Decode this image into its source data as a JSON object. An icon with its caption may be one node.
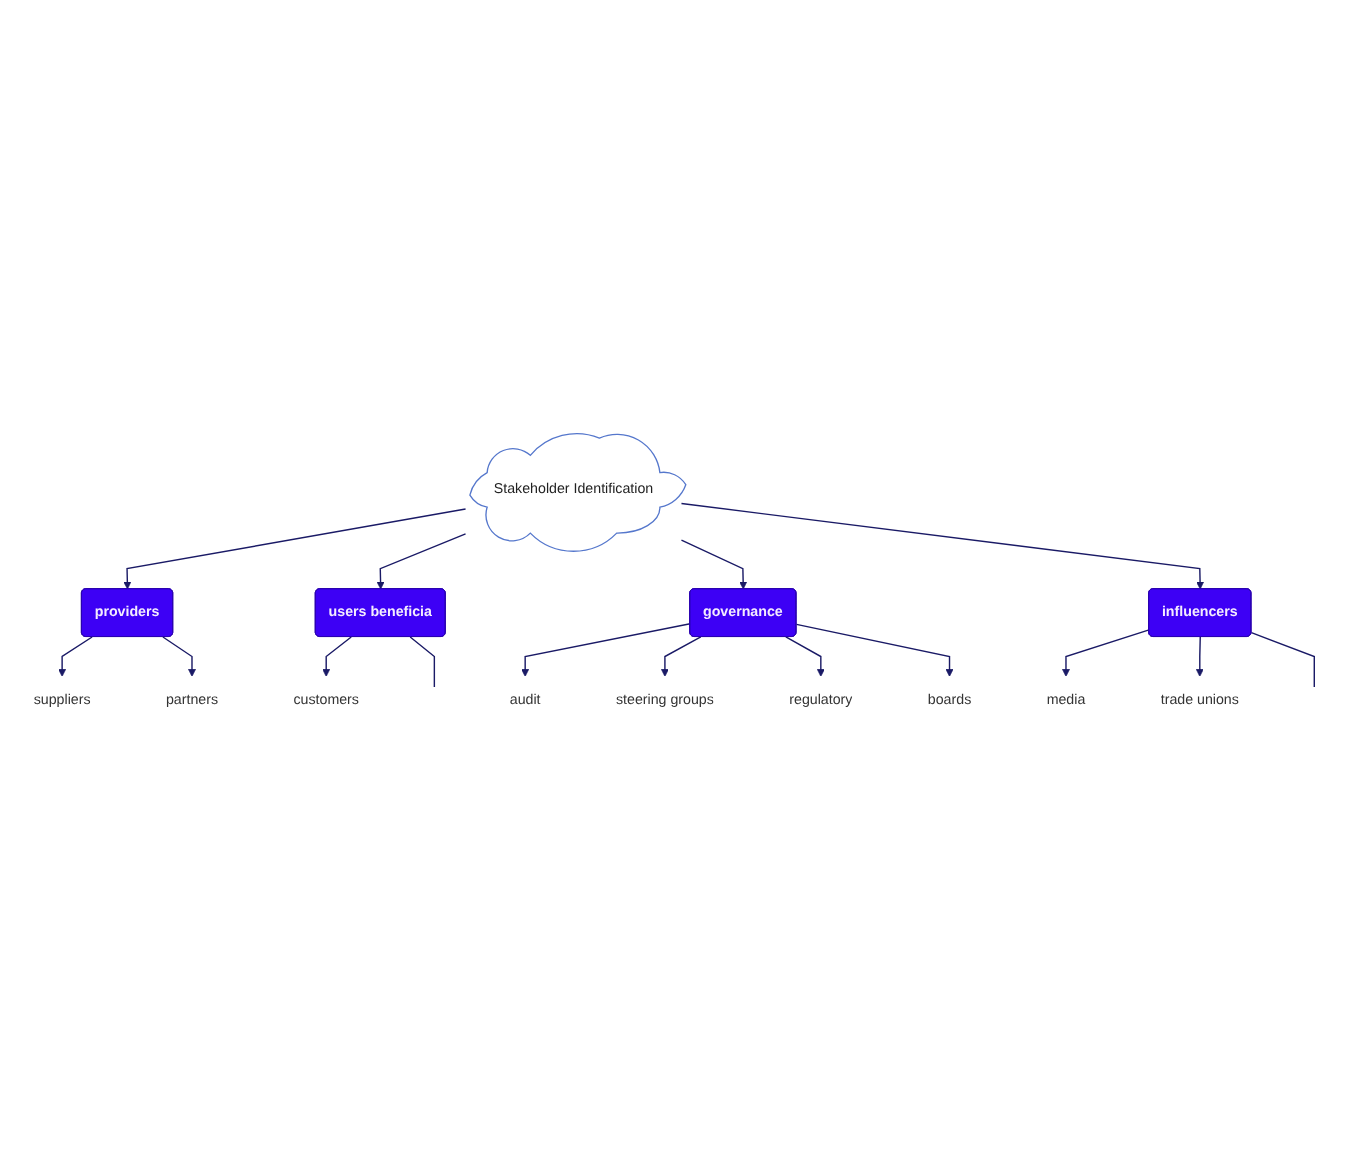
{
  "diagram": {
    "nodes": [
      {
        "text": [
          "Stakeholder Identification"
        ]
      },
      {
        "text": [
          "providers"
        ]
      },
      {
        "text": [
          "users beneficia"
        ]
      },
      {
        "text": [
          "governance"
        ]
      },
      {
        "text": [
          "influencers"
        ]
      },
      {
        "text": [
          "suppliers"
        ]
      },
      {
        "text": [
          "partners"
        ]
      },
      {
        "text": [
          "customers"
        ]
      },
      {
        "text": [
          "audit"
        ]
      },
      {
        "text": [
          "steering groups"
        ]
      },
      {
        "text": [
          "regulatory"
        ]
      },
      {
        "text": [
          "boards"
        ]
      },
      {
        "text": [
          "media"
        ]
      },
      {
        "text": [
          "trade unions"
        ]
      }
    ],
    "edges": [
      {
        "from": 0,
        "to": 1,
        "arrow": "to"
      },
      {
        "from": 0,
        "to": 2,
        "arrow": "to"
      },
      {
        "from": 0,
        "to": 3,
        "arrow": "to"
      },
      {
        "from": 0,
        "to": 4,
        "arrow": "to"
      },
      {
        "from": 1,
        "to": 5,
        "arrow": "to"
      },
      {
        "from": 1,
        "to": 6,
        "arrow": "to"
      },
      {
        "from": 2,
        "to": 7,
        "arrow": "to"
      },
      {
        "from": 2,
        "to": null,
        "arrow": "none"
      },
      {
        "from": 3,
        "to": 8,
        "arrow": "to"
      },
      {
        "from": 3,
        "to": 9,
        "arrow": "to"
      },
      {
        "from": 3,
        "to": 10,
        "arrow": "to"
      },
      {
        "from": 3,
        "to": 11,
        "arrow": "to"
      },
      {
        "from": 4,
        "to": 12,
        "arrow": "to"
      },
      {
        "from": 4,
        "to": 13,
        "arrow": "to"
      },
      {
        "from": 4,
        "to": null,
        "arrow": "none"
      }
    ]
  }
}
